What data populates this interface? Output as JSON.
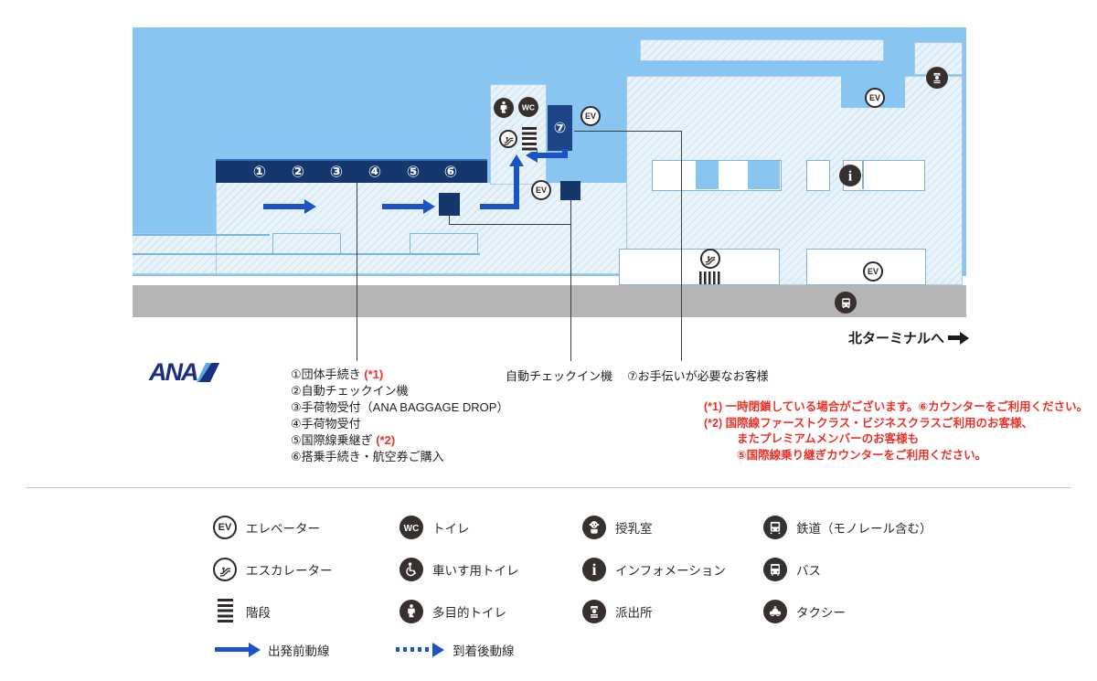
{
  "map": {
    "counters": [
      "①",
      "②",
      "③",
      "④",
      "⑤",
      "⑥"
    ],
    "counter_seven": "⑦",
    "ev_label": "EV",
    "wc_label": "WC",
    "north_terminal_label": "北ターミナルへ",
    "colors": {
      "sky_blue": "#88C5F0",
      "pale_blue": "#E9F3FA",
      "navy": "#15376E",
      "navy_light": "#1D4486",
      "flow_arrow_blue": "#1B53C6",
      "icon_dark": "#38302E",
      "road_gray": "#B5B5B5",
      "note_red": "#E8332A",
      "outline_blue": "#7FB3DC"
    }
  },
  "brand": {
    "logo_text": "ANA"
  },
  "annotations": {
    "counter_items": [
      {
        "label": "①団体手続き ",
        "note": "(*1)"
      },
      {
        "label": "②自動チェックイン機",
        "note": ""
      },
      {
        "label": "③手荷物受付（ANA BAGGAGE DROP）",
        "note": ""
      },
      {
        "label": "④手荷物受付",
        "note": ""
      },
      {
        "label": "⑤国際線乗継ぎ ",
        "note": "(*2)"
      },
      {
        "label": "⑥搭乗手続き・航空券ご購入",
        "note": ""
      }
    ],
    "checkin_machine_label": "自動チェックイン機",
    "assist_label": "⑦お手伝いが必要なお客様",
    "red_notes": [
      "(*1) 一時閉鎖している場合がございます。⑥カウンターをご利用ください。",
      "(*2) 国際線ファーストクラス・ビジネスクラスご利用のお客様、",
      "またプレミアムメンバーのお客様も",
      "⑤国際線乗り継ぎカウンターをご利用ください。"
    ]
  },
  "legend": {
    "info_letter": "i",
    "items": [
      {
        "icon": "elevator-icon",
        "label": "エレベーター"
      },
      {
        "icon": "escalator-icon",
        "label": "エスカレーター"
      },
      {
        "icon": "stairs-icon",
        "label": "階段"
      },
      {
        "icon": "toilet-icon",
        "label": "トイレ"
      },
      {
        "icon": "wheelchair-toilet-icon",
        "label": "車いす用トイレ"
      },
      {
        "icon": "multipurpose-toilet-icon",
        "label": "多目的トイレ"
      },
      {
        "icon": "nursing-room-icon",
        "label": "授乳室"
      },
      {
        "icon": "information-icon",
        "label": "インフォメーション"
      },
      {
        "icon": "police-box-icon",
        "label": "派出所"
      },
      {
        "icon": "train-icon",
        "label": "鉄道（モノレール含む）"
      },
      {
        "icon": "bus-icon",
        "label": "バス"
      },
      {
        "icon": "taxi-icon",
        "label": "タクシー"
      }
    ],
    "departure_flow_label": "出発前動線",
    "arrival_flow_label": "到着後動線"
  }
}
